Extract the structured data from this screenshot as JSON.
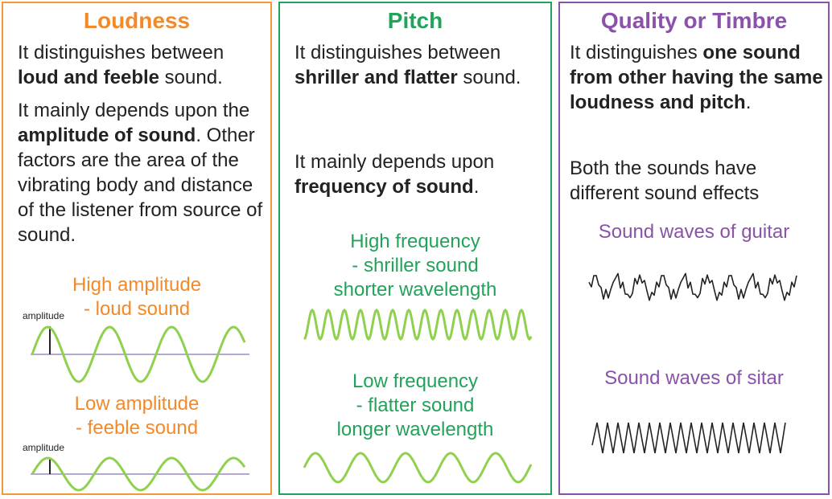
{
  "loudness": {
    "title": "Loudness",
    "p1_a": "It distinguishes between ",
    "p1_b": "loud and feeble",
    "p1_c": " sound.",
    "p2_a": "It mainly depends upon the ",
    "p2_b": "amplitude of sound",
    "p2_c": ". Other factors are the area of the vibrating body and distance of the listener from source of sound.",
    "high_line1": "High amplitude",
    "high_line2": "- loud sound",
    "low_line1": "Low amplitude",
    "low_line2": "- feeble sound",
    "axis_label_high": "amplitude",
    "axis_label_low": "amplitude"
  },
  "pitch": {
    "title": "Pitch",
    "p1_a": "It distinguishes between ",
    "p1_b": "shriller and flatter",
    "p1_c": " sound.",
    "p2_a": "It mainly depends upon ",
    "p2_b": "frequency of sound",
    "p2_c": ".",
    "high_line1": "High frequency",
    "high_line2": "- shriller sound",
    "high_line3": "shorter wavelength",
    "low_line1": "Low frequency",
    "low_line2": "- flatter sound",
    "low_line3": "longer wavelength"
  },
  "quality": {
    "title": "Quality or Timbre",
    "p1_a": "It distinguishes ",
    "p1_b": "one sound from other having the same loudness and pitch",
    "p1_c": ".",
    "p2": "Both the sounds have different sound effects",
    "guitar_label": "Sound waves of guitar",
    "sitar_label": "Sound waves of sitar"
  },
  "colors": {
    "loudness": "#f28a2a",
    "pitch": "#21a35a",
    "quality": "#8a52a8",
    "wave": "#8fd14f",
    "axis": "#b3a8d3",
    "timbre_wave": "#222222"
  }
}
